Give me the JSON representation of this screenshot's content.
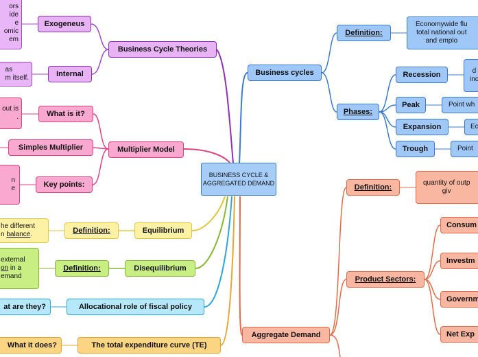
{
  "center": "BUSINESS CYCLE & AGGREGATED DEMAND",
  "left": {
    "business_cycle_theories": "Business Cycle Theories",
    "exogeneus": "Exogeneus",
    "exogeneus_note": "ors\nide\ne\nomic\nem",
    "internal": "Internal",
    "internal_note": "as\nm itself.",
    "multiplier_model": "Multiplier Model",
    "what_is_it": "What is it?",
    "what_is_it_note": "out is\n.",
    "simples_multiplier": "Simples Multiplier",
    "key_points": "Key points:",
    "key_points_note": "n\ne",
    "equilibrium": "Equilibrium",
    "eq_definition": "Definition:",
    "eq_note_1": "he different",
    "eq_note_2": "n ",
    "eq_note_balance": "balance",
    "eq_note_3": ".",
    "disequilibrium": "Disequilibrium",
    "diseq_definition": "Definition:",
    "diseq_note_1": "external",
    "diseq_note_2u": "on",
    "diseq_note_2": " in a",
    "diseq_note_3": "emand",
    "allocational": "Allocational role of fiscal policy",
    "allocational_q": "at are they?",
    "tec": "The total expenditure curve (TE)",
    "tec_q": "What it does?"
  },
  "right": {
    "business_cycles": "Business cycles",
    "bc_definition": "Definition:",
    "bc_definition_note": "Economywide flu\ntotal national out\nand emplo",
    "phases": "Phases:",
    "recession": "Recession",
    "recession_note": "d\ninc",
    "peak": "Peak",
    "peak_note": "Point wh",
    "expansion": "Expansion",
    "expansion_note": "Ec",
    "trough": "Trough",
    "trough_note": "Point",
    "aggregate_demand": "Aggregate Demand",
    "ad_definition": "Definition:",
    "ad_definition_note": "quantity of outp\ngiv",
    "product_sectors": "Product Sectors:",
    "sectors": [
      "Consum",
      "Investm",
      "Governm",
      "Net Exp"
    ]
  },
  "colors": {
    "purple": "#8e2fb5",
    "pink": "#e0427f",
    "yellow": "#e4c63c",
    "lime": "#84b92f",
    "cyan": "#2fa6d9",
    "orange": "#e9a532",
    "blue": "#3a7bd0",
    "salmon": "#e66a45"
  }
}
